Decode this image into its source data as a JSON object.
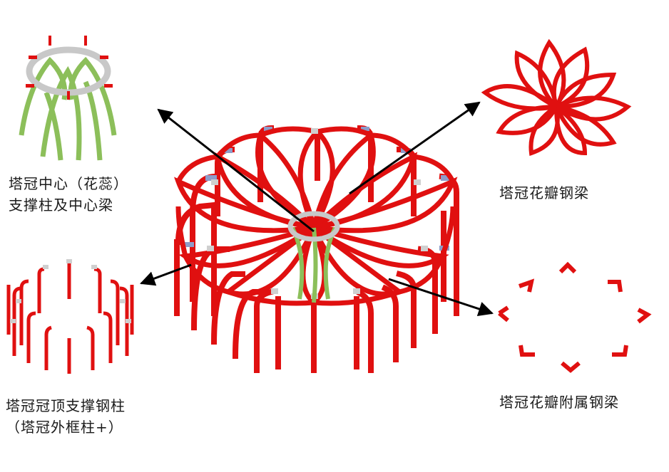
{
  "labels": {
    "center_line1": "塔冠中心（花蕊）",
    "center_line2": "支撑柱及中心梁",
    "petal_beam": "塔冠花瓣钢梁",
    "columns_line1": "塔冠冠顶支撑钢柱",
    "columns_line2": "（塔冠外框柱+）",
    "sub_beam": "塔冠花瓣附属钢梁"
  },
  "colors": {
    "steel_red": "#e01010",
    "column_green": "#8cbf5a",
    "ring_grey": "#c8c8c8",
    "joint_blue": "#8e9cc9",
    "arrow": "#000000"
  }
}
